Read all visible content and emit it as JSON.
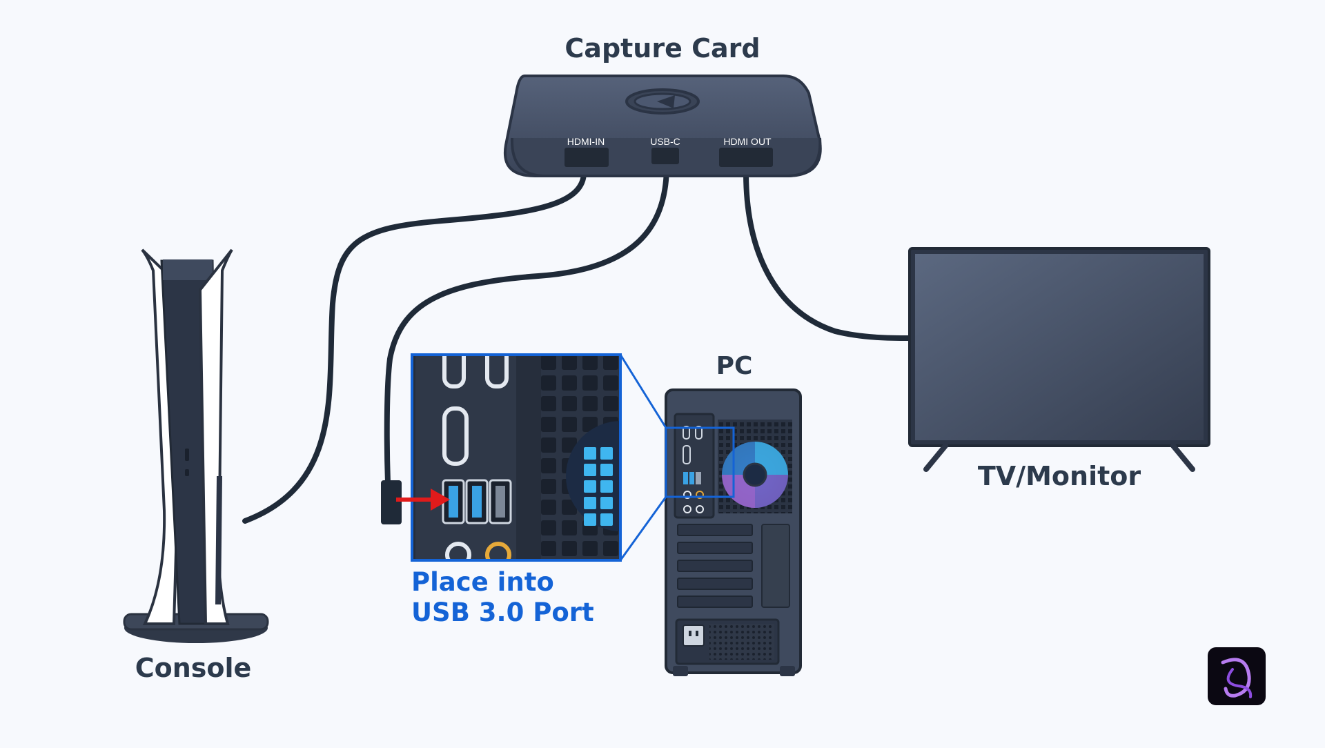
{
  "labels": {
    "capture_card": "Capture Card",
    "pc": "PC",
    "tv_monitor": "TV/Monitor",
    "console": "Console"
  },
  "ports": {
    "hdmi_in": "HDMI-IN",
    "usb_c": "USB-C",
    "hdmi_out": "HDMI OUT"
  },
  "callout": {
    "line1": "Place into",
    "line2": "USB 3.0 Port"
  },
  "colors": {
    "device": "#3f4a5e",
    "device_dark": "#2c3546",
    "cable": "#1f2a38",
    "callout_blue": "#1463d6",
    "arrow_red": "#e11b1b",
    "usb_blue": "#3aa2e4",
    "fan_blue": "#3fb6f0",
    "fan_purple": "#a46bd8"
  },
  "icons": [
    "capture-card-logo-icon",
    "app-logo-icon",
    "red-arrow-icon"
  ]
}
